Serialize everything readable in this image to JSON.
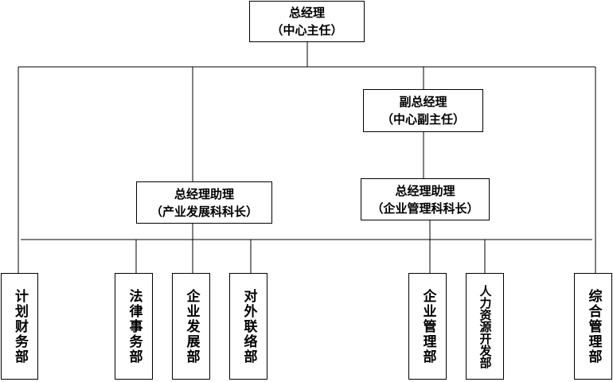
{
  "nodes": {
    "gm": {
      "title": "总经理",
      "subtitle": "（中心主任）"
    },
    "deputy_gm": {
      "title": "副总经理",
      "subtitle": "（中心副主任）"
    },
    "assistant_industry": {
      "title": "总经理助理",
      "subtitle": "（产业发展科科长）"
    },
    "assistant_management": {
      "title": "总经理助理",
      "subtitle": "（企业管理科科长）"
    }
  },
  "departments": {
    "planning_finance": "计划财务部",
    "legal_affairs": "法律事务部",
    "enterprise_development": "企业发展部",
    "external_liaison": "对外联络部",
    "enterprise_management": "企业管理部",
    "hr_development": "人力资源开发部",
    "general_management": "综合管理部"
  }
}
